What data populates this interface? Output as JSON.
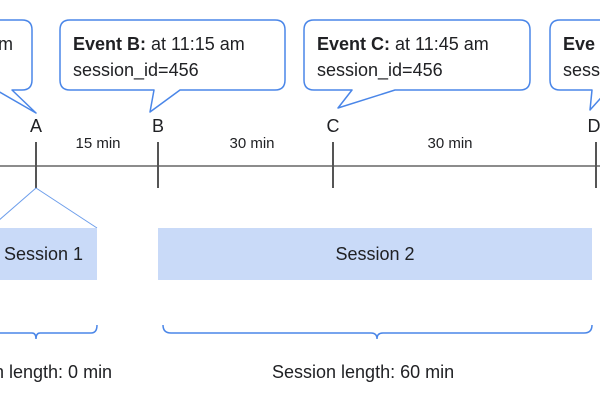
{
  "colors": {
    "callout_border": "#4a86e8",
    "axis_line": "#666666",
    "session_fill": "#c9daf8",
    "session_text": "#202124",
    "brace": "#4a86e8",
    "session1_connector": "#6d9eeb"
  },
  "callouts": {
    "a": {
      "line1_tail": "m"
    },
    "b": {
      "event": "Event B:",
      "time": " at 11:15 am",
      "session": "session_id=456"
    },
    "c": {
      "event": "Event C:",
      "time": " at 11:45 am",
      "session": "session_id=456"
    },
    "d": {
      "line1": "Eve",
      "line2": "sess"
    }
  },
  "timeline": {
    "points": [
      "A",
      "B",
      "C",
      "D"
    ],
    "gaps": [
      "15 min",
      "30 min",
      "30 min"
    ]
  },
  "sessions": {
    "session1": {
      "label": "Session 1",
      "length": "n length: 0 min"
    },
    "session2": {
      "label": "Session 2",
      "length": "Session length: 60 min"
    }
  }
}
